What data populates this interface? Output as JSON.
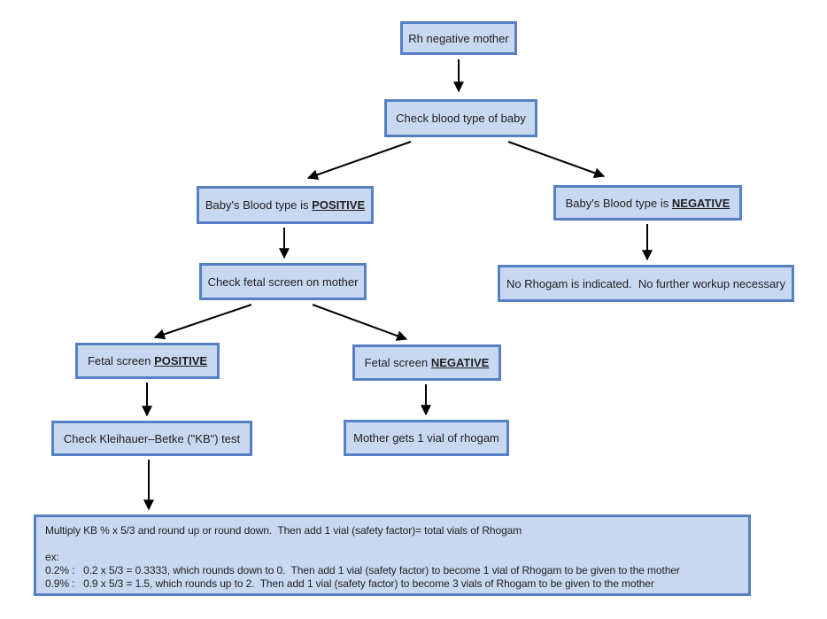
{
  "colors": {
    "box_fill": "#c8d8f1",
    "box_border": "#5580c4",
    "arrow_color": "#000000",
    "text_color": "#1f1f1f",
    "page_bg": "#ffffff"
  },
  "nodes": {
    "rh_mother": {
      "text": "Rh negative mother"
    },
    "check_blood": {
      "text": "Check blood type of baby"
    },
    "baby_positive": {
      "prefix": "Baby's Blood type is ",
      "emphasis": "POSITIVE"
    },
    "baby_negative": {
      "prefix": "Baby's Blood type is ",
      "emphasis": "NEGATIVE"
    },
    "check_fetal": {
      "text": "Check fetal screen on mother"
    },
    "no_rhogam": {
      "text": "No Rhogam is indicated.  No further workup necessary"
    },
    "fetal_positive": {
      "prefix": "Fetal screen ",
      "emphasis": "POSITIVE"
    },
    "fetal_negative": {
      "prefix": "Fetal screen ",
      "emphasis": "NEGATIVE"
    },
    "kb_test": {
      "text": "Check Kleihauer–Betke (\"KB\") test"
    },
    "mother_vial": {
      "text": "Mother gets 1 vial of rhogam"
    },
    "calculation": {
      "instruction": "Multiply KB % x 5/3 and round up or round down.  Then add 1 vial (safety factor)= total vials of Rhogam",
      "example_label": "ex:",
      "examples": [
        "0.2% :   0.2 x 5/3 = 0.3333, which rounds down to 0.  Then add 1 vial (safety factor) to become 1 vial of Rhogam to be given to the mother",
        "0.9% :   0.9 x 5/3 = 1.5, which rounds up to 2.  Then add 1 vial (safety factor) to become 3 vials of Rhogam to be given to the mother"
      ]
    }
  }
}
